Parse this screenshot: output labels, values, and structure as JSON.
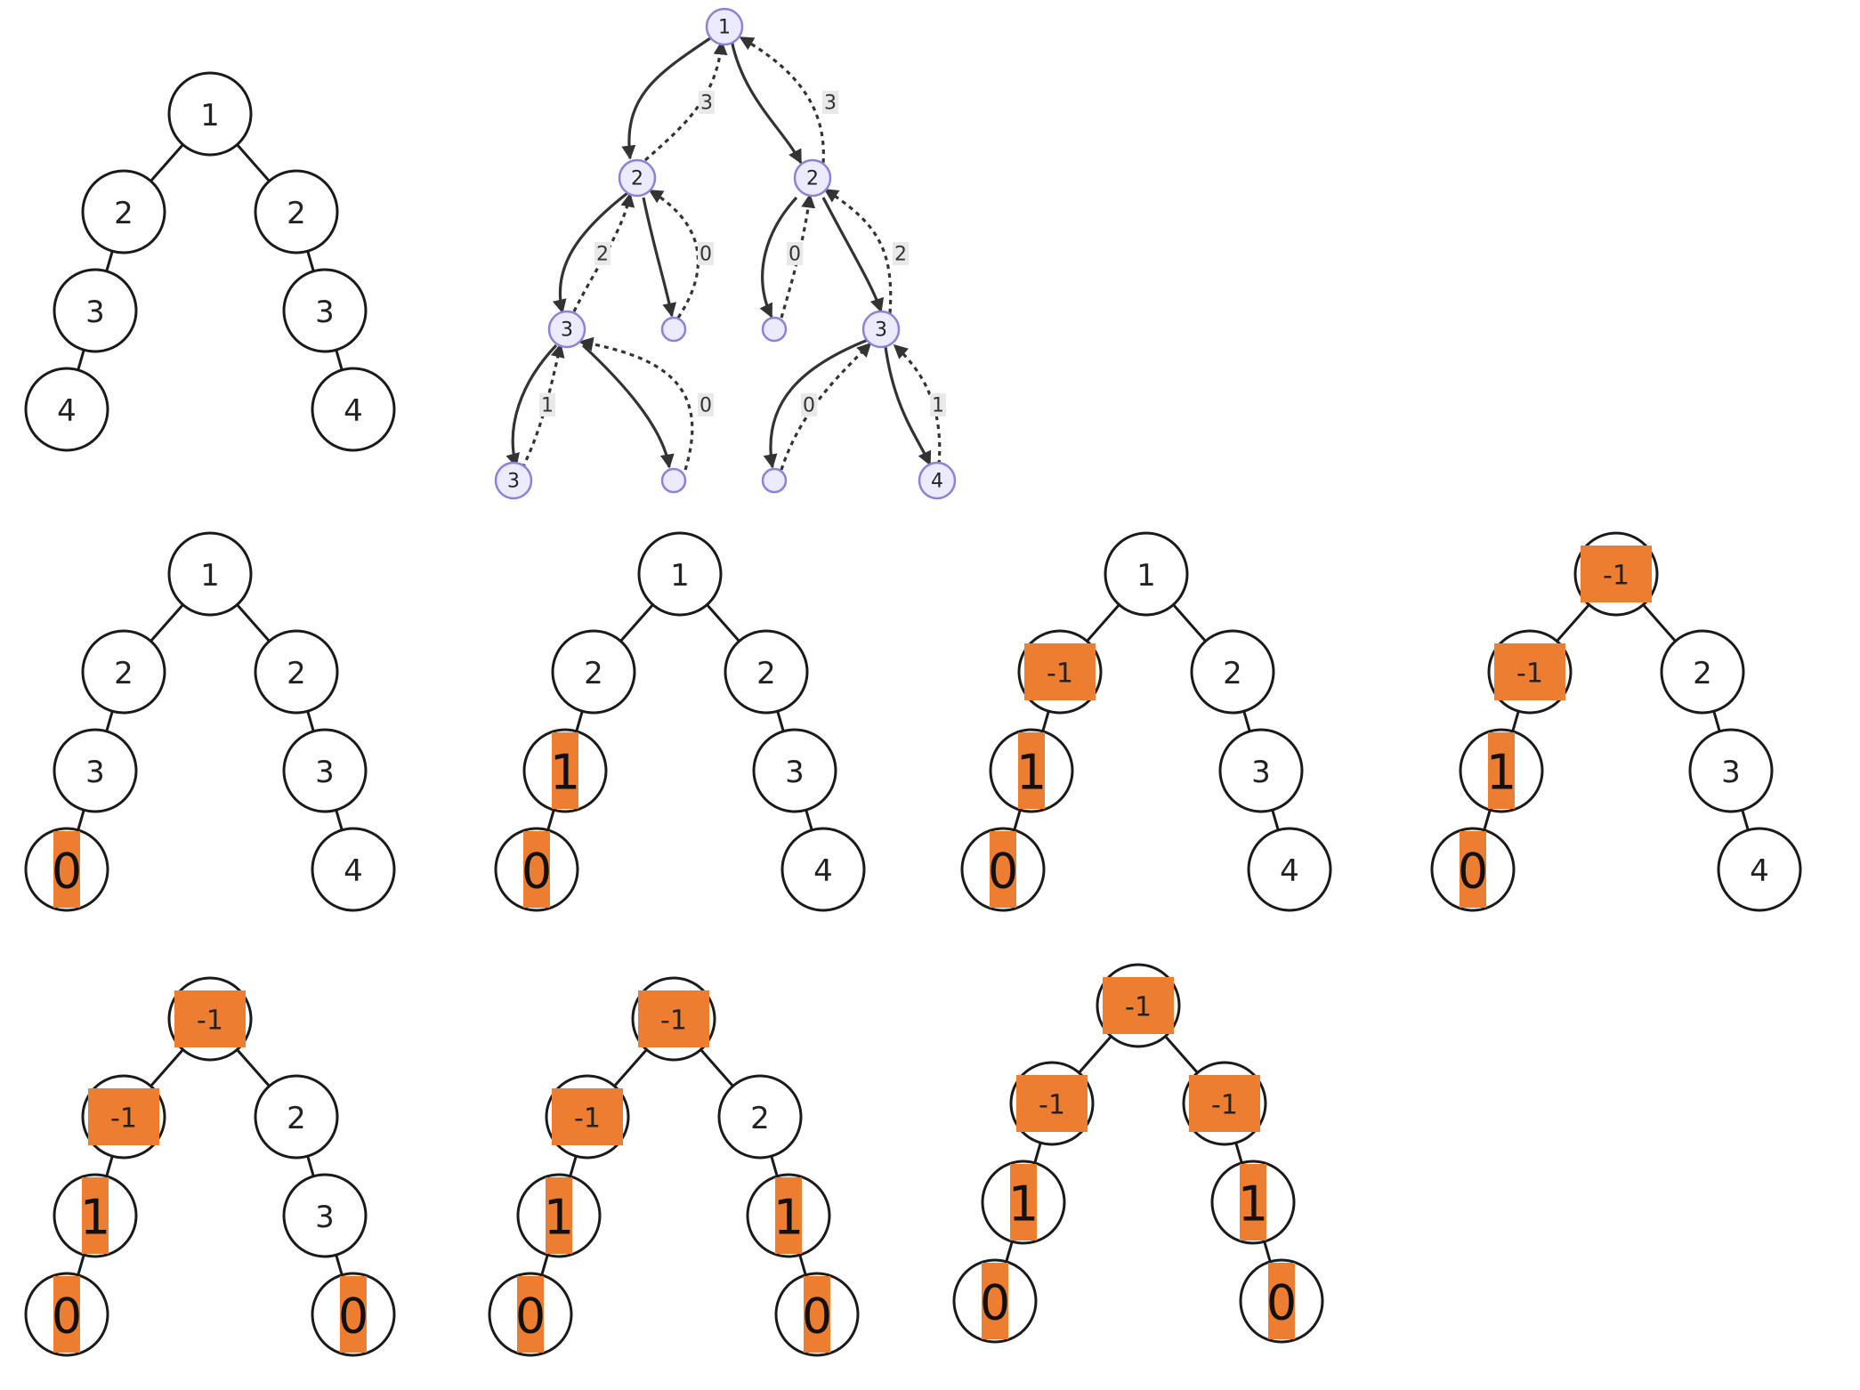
{
  "colors": {
    "highlight": "#ed7d31",
    "node_stroke": "#1a1a1a",
    "recursion_node_fill": "#ecebfd",
    "recursion_node_stroke": "#8a83d8"
  },
  "recursion_tree": {
    "nodes": [
      "1",
      "2",
      "2",
      "3",
      "",
      "",
      "3",
      "3",
      "",
      "",
      "4"
    ],
    "return_labels": [
      "3",
      "3",
      "2",
      "0",
      "0",
      "2",
      "1",
      "0",
      "0",
      "1"
    ]
  },
  "trees": [
    {
      "values": [
        "1",
        "2",
        "2",
        "3",
        "3",
        "4",
        "4"
      ],
      "highlighted": [
        false,
        false,
        false,
        false,
        false,
        false,
        false
      ]
    },
    {
      "values": [
        "1",
        "2",
        "2",
        "3",
        "3",
        "0",
        "4"
      ],
      "highlighted": [
        false,
        false,
        false,
        false,
        false,
        true,
        false
      ]
    },
    {
      "values": [
        "1",
        "2",
        "2",
        "1",
        "3",
        "0",
        "4"
      ],
      "highlighted": [
        false,
        false,
        false,
        true,
        false,
        true,
        false
      ]
    },
    {
      "values": [
        "1",
        "-1",
        "2",
        "1",
        "3",
        "0",
        "4"
      ],
      "highlighted": [
        false,
        true,
        false,
        true,
        false,
        true,
        false
      ]
    },
    {
      "values": [
        "-1",
        "-1",
        "2",
        "1",
        "3",
        "0",
        "4"
      ],
      "highlighted": [
        true,
        true,
        false,
        true,
        false,
        true,
        false
      ]
    },
    {
      "values": [
        "-1",
        "-1",
        "2",
        "1",
        "3",
        "0",
        "0"
      ],
      "highlighted": [
        true,
        true,
        false,
        true,
        false,
        true,
        true
      ]
    },
    {
      "values": [
        "-1",
        "-1",
        "2",
        "1",
        "1",
        "0",
        "0"
      ],
      "highlighted": [
        true,
        true,
        false,
        true,
        true,
        true,
        true
      ]
    },
    {
      "values": [
        "-1",
        "-1",
        "-1",
        "1",
        "1",
        "0",
        "0"
      ],
      "highlighted": [
        true,
        true,
        true,
        true,
        true,
        true,
        true
      ]
    }
  ]
}
